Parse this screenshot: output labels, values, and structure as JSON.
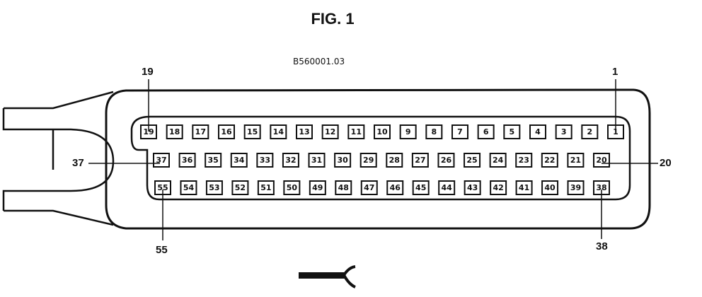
{
  "figure": {
    "title": "FIG. 1",
    "part_code": "B560001.03"
  },
  "callouts": {
    "pin_1": "1",
    "pin_19": "19",
    "pin_20": "20",
    "pin_37": "37",
    "pin_38": "38",
    "pin_55": "55"
  },
  "rows": [
    [
      "19",
      "18",
      "17",
      "16",
      "15",
      "14",
      "13",
      "12",
      "11",
      "10",
      "9",
      "8",
      "7",
      "6",
      "5",
      "4",
      "3",
      "2",
      "1"
    ],
    [
      "37",
      "36",
      "35",
      "34",
      "33",
      "32",
      "31",
      "30",
      "29",
      "28",
      "27",
      "26",
      "25",
      "24",
      "23",
      "22",
      "21",
      "20"
    ],
    [
      "55",
      "54",
      "53",
      "52",
      "51",
      "50",
      "49",
      "48",
      "47",
      "46",
      "45",
      "44",
      "43",
      "42",
      "41",
      "40",
      "39",
      "38"
    ]
  ]
}
